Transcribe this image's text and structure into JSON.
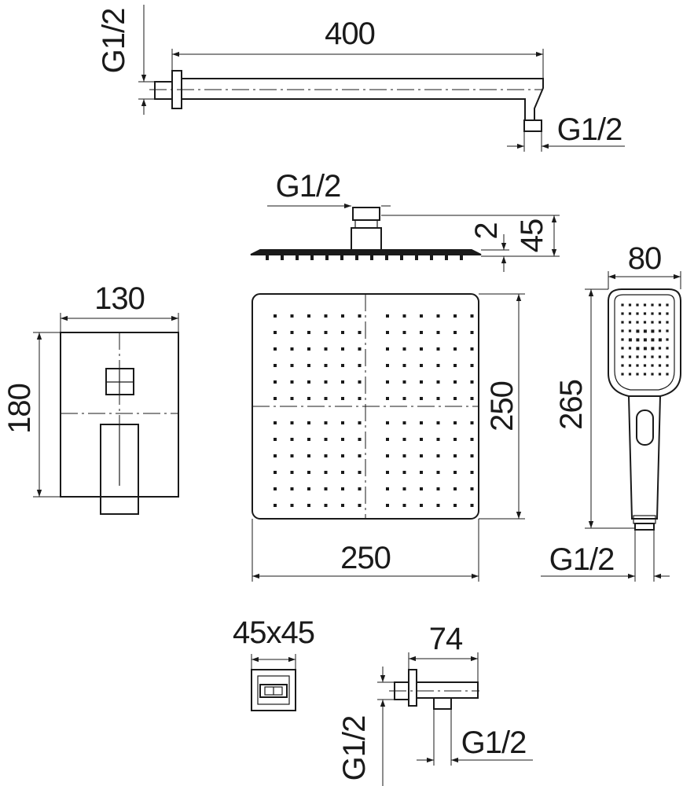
{
  "shower_arm": {
    "length": "400",
    "thread_wall": "G1/2",
    "thread_outlet": "G1/2"
  },
  "head_profile": {
    "thread": "G1/2",
    "thickness": "2",
    "height": "45"
  },
  "mixer_plate": {
    "width": "130",
    "height": "180"
  },
  "head_face": {
    "width": "250",
    "height": "250"
  },
  "hand_shower": {
    "width": "80",
    "length": "265",
    "thread": "G1/2"
  },
  "wall_connector": {
    "size": "45x45"
  },
  "wall_outlet": {
    "length": "74",
    "thread_wall": "G1/2",
    "thread_outlet": "G1/2"
  }
}
